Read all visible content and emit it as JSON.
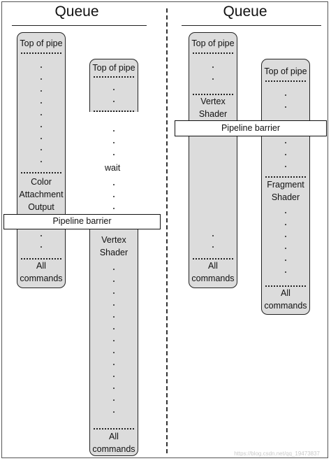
{
  "left": {
    "title": "Queue",
    "pipe_a": {
      "top_label": "Top of pipe",
      "stage_label": "Color\nAttachment\nOutput",
      "end_label": "All\ncommands"
    },
    "pipe_b": {
      "top_label": "Top of pipe",
      "wait_label": "wait",
      "stage_label": "Vertex\nShader",
      "end_label": "All\ncommands"
    },
    "barrier_label": "Pipeline barrier"
  },
  "right": {
    "title": "Queue",
    "pipe_a": {
      "top_label": "Top of pipe",
      "stage_label": "Vertex\nShader",
      "end_label": "All\ncommands"
    },
    "pipe_b": {
      "top_label": "Top of pipe",
      "stage_label": "Fragment\nShader",
      "end_label": "All\ncommands"
    },
    "barrier_label": "Pipeline barrier"
  },
  "watermark": "https://blog.csdn.net/qq_19473837"
}
